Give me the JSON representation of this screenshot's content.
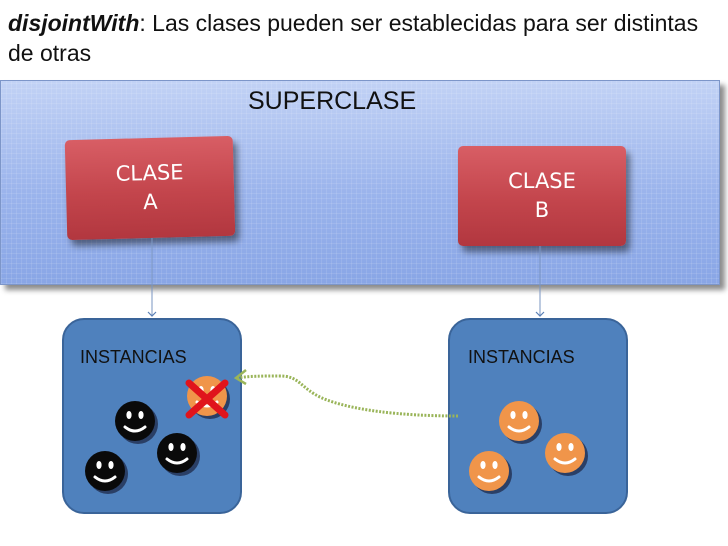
{
  "heading": {
    "keyword": "disjointWith",
    "text": ": Las clases pueden ser establecidas para ser distintas de otras"
  },
  "superclass": {
    "label": "SUPERCLASE"
  },
  "classes": [
    {
      "line1": "CLASE",
      "line2": "A"
    },
    {
      "line1": "CLASE",
      "line2": "B"
    }
  ],
  "instances": [
    {
      "label": "INSTANCIAS"
    },
    {
      "label": "INSTANCIAS"
    }
  ],
  "colors": {
    "class_box": "#c84b52",
    "instance_box": "#4f81bd",
    "superclass_bg": "#9bb4ec",
    "face_black": "#0a0a0a",
    "face_orange": "#f0954a",
    "reject_mark": "#e0141c",
    "migration_path": "#9ab55a"
  },
  "icons": {
    "face": "smiley-face-icon",
    "reject": "red-x-icon"
  }
}
